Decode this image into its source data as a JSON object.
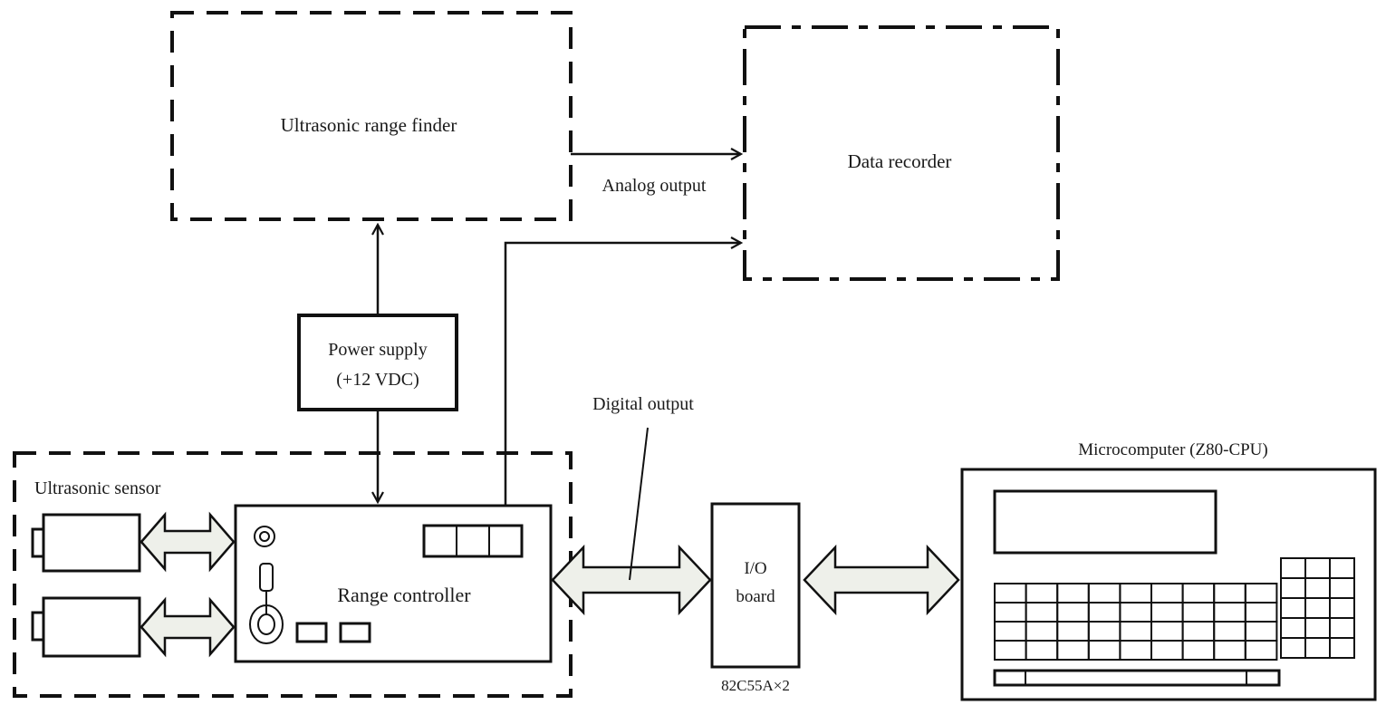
{
  "diagram": {
    "ultrasonic_range_finder": "Ultrasonic range finder",
    "data_recorder": "Data recorder",
    "analog_output": "Analog output",
    "power_supply_line1": "Power supply",
    "power_supply_line2": "(+12 VDC)",
    "digital_output": "Digital output",
    "ultrasonic_sensor": "Ultrasonic sensor",
    "range_controller": "Range controller",
    "io_board_line1": "I/O",
    "io_board_line2": "board",
    "io_chip": "82C55A×2",
    "microcomputer": "Microcomputer (Z80-CPU)"
  }
}
